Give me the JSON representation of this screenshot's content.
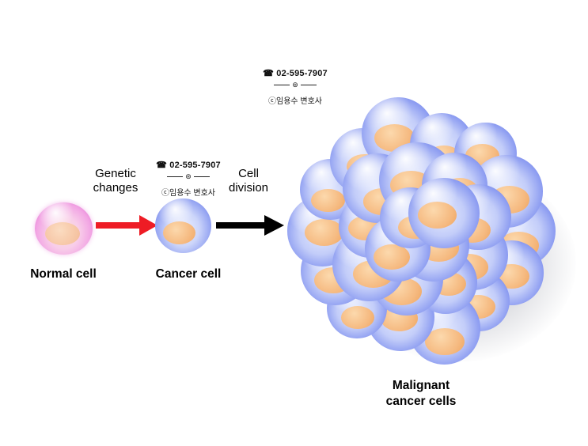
{
  "watermark": {
    "phone": "☎ 02-595-7907",
    "divider_glyph": "⊛",
    "copyright": "ⓒ임용수 변호사"
  },
  "labels": {
    "genetic_changes": "Genetic\nchanges",
    "cell_division": "Cell\ndivision",
    "normal_cell": "Normal cell",
    "cancer_cell": "Cancer cell",
    "malignant_cancer_cells": "Malignant\ncancer cells"
  },
  "colors": {
    "arrow_red": "#ee1c25",
    "arrow_black": "#000000",
    "normal_cell_pink": "#e678d6",
    "cancer_cell_blue": "#6d7ee9",
    "nucleus_orange": "#f5b87e"
  }
}
